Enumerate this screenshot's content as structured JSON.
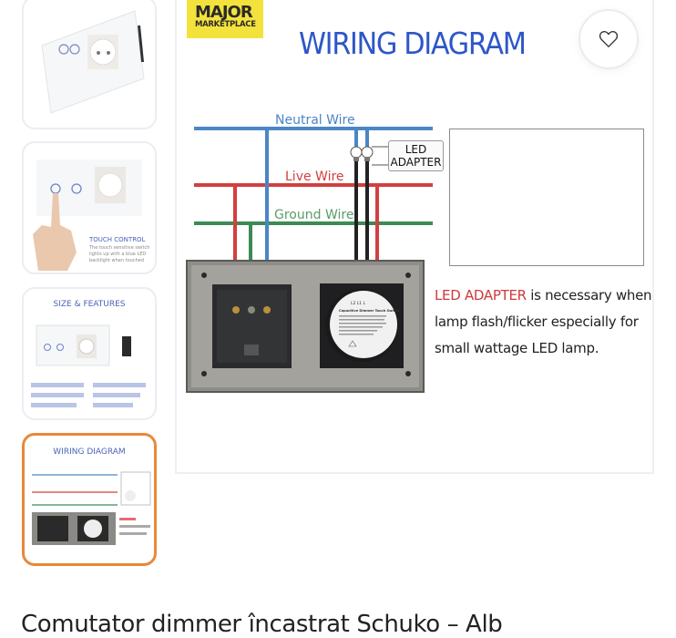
{
  "gallery": {
    "thumbnails": [
      {
        "label": "",
        "alt": "switch-socket-angle-view",
        "active": false
      },
      {
        "label": "TOUCH CONTROL",
        "caption": "The touch sensitive switch lights up with a blue LED backlight when touched",
        "active": false
      },
      {
        "label": "SIZE & FEATURES",
        "active": false
      },
      {
        "label": "WIRING DIAGRAM",
        "active": true
      }
    ]
  },
  "main_image": {
    "brand_badge": {
      "line1": "MAJOR",
      "line2": "MARKETPLACE"
    },
    "title": "WIRING DIAGRAM",
    "wires": {
      "neutral": "Neutral Wire",
      "live": "Live Wire",
      "ground": "Ground Wire"
    },
    "led_box": {
      "line1": "LED",
      "line2": "ADAPTER"
    },
    "dimmer_label": {
      "terminals": "L2  L1  L",
      "name": "Capacitive Dimmer Touch Switch"
    },
    "note": {
      "highlight": "LED ADAPTER",
      "rest": " is necessary when lamp flash/flicker especially for small wattage LED lamp."
    },
    "colors": {
      "neutral": "#4a86c5",
      "live": "#d2403f",
      "ground": "#3e8a55",
      "title": "#2e56c8",
      "active_border": "#e8893a"
    }
  },
  "favorite_button": {
    "icon": "heart-icon",
    "label": "Add to favorites"
  },
  "product": {
    "title": "Comutator dimmer încastrat Schuko – Alb"
  }
}
